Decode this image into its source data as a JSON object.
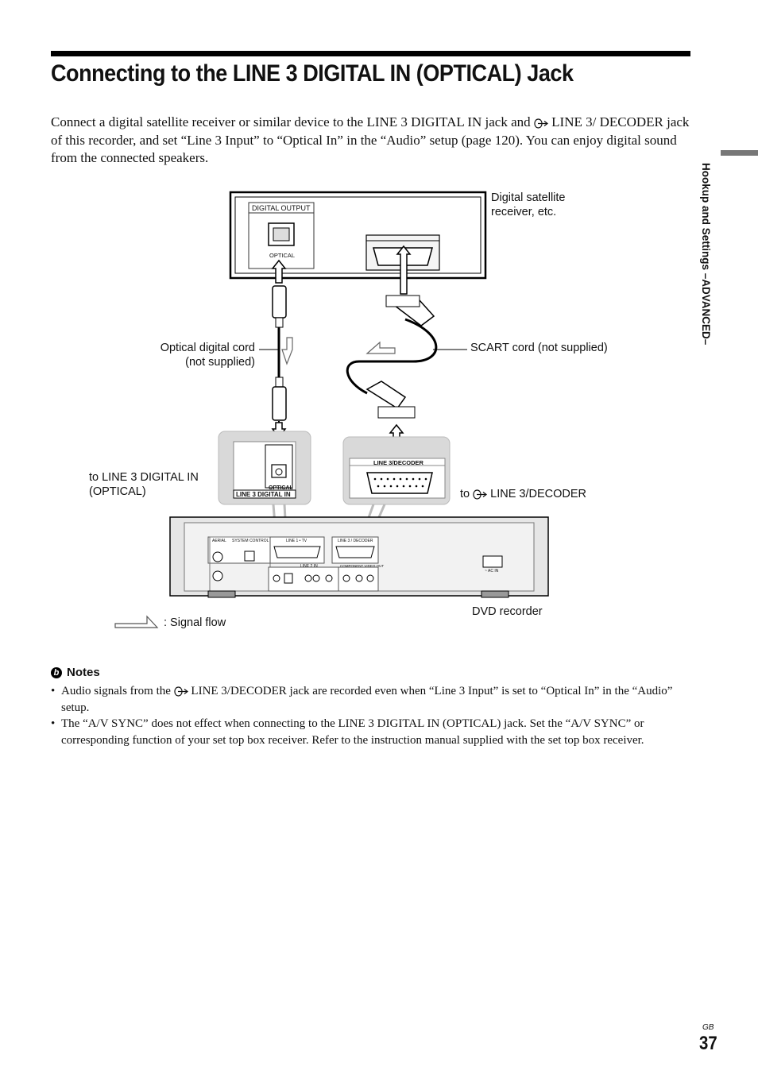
{
  "title": "Connecting to the LINE 3 DIGITAL IN (OPTICAL) Jack",
  "intro": {
    "part1": "Connect a digital satellite receiver or similar device to the LINE 3 DIGITAL IN jack and",
    "part2": "LINE 3/ DECODER jack of this recorder, and set “Line 3 Input” to “Optical In” in the “Audio” setup (page 120). You can enjoy digital sound from the connected speakers."
  },
  "side_tab": "Hookup and Settings –ADVANCED–",
  "diagram": {
    "receiver_label": "Digital satellite receiver, etc.",
    "digital_output": "DIGITAL OUTPUT",
    "optical": "OPTICAL",
    "optical_cord": "Optical digital cord (not supplied)",
    "scart_cord": "SCART cord (not supplied)",
    "to_line3_digital": "to LINE 3 DIGITAL IN (OPTICAL)",
    "to_line3_decoder_prefix": "to",
    "to_line3_decoder": "LINE 3/DECODER",
    "inset_optical": "OPTICAL",
    "inset_line3_digital": "LINE 3  DIGITAL IN",
    "inset_line3_decoder": "LINE 3/DECODER",
    "dvd_recorder": "DVD recorder",
    "signal_flow": ": Signal flow",
    "panel_aerial": "AERIAL",
    "panel_system_control": "SYSTEM CONTROL",
    "panel_line1_tv": "LINE 1 • TV",
    "panel_line3_decoder": "LINE 3 / DECODER",
    "panel_line2_in": "LINE 2 IN",
    "panel_component": "COMPONENT VIDEO OUT",
    "panel_ac_in": "~ AC IN"
  },
  "notes": {
    "heading": "Notes",
    "items": [
      {
        "a": "Audio signals from the",
        "b": "LINE 3/DECODER jack are recorded even when “Line 3 Input” is set to “Optical In” in the “Audio” setup."
      },
      {
        "a": "The “A/V SYNC” does not effect when connecting to the LINE 3 DIGITAL IN (OPTICAL) jack. Set the “A/V SYNC” or corresponding function of your set top box receiver. Refer to the instruction manual supplied with the set top box receiver.",
        "b": ""
      }
    ]
  },
  "page": {
    "region": "GB",
    "number": "37"
  },
  "icons": [
    "line-input-arrow-icon",
    "notes-icon",
    "signal-flow-arrow-icon"
  ]
}
